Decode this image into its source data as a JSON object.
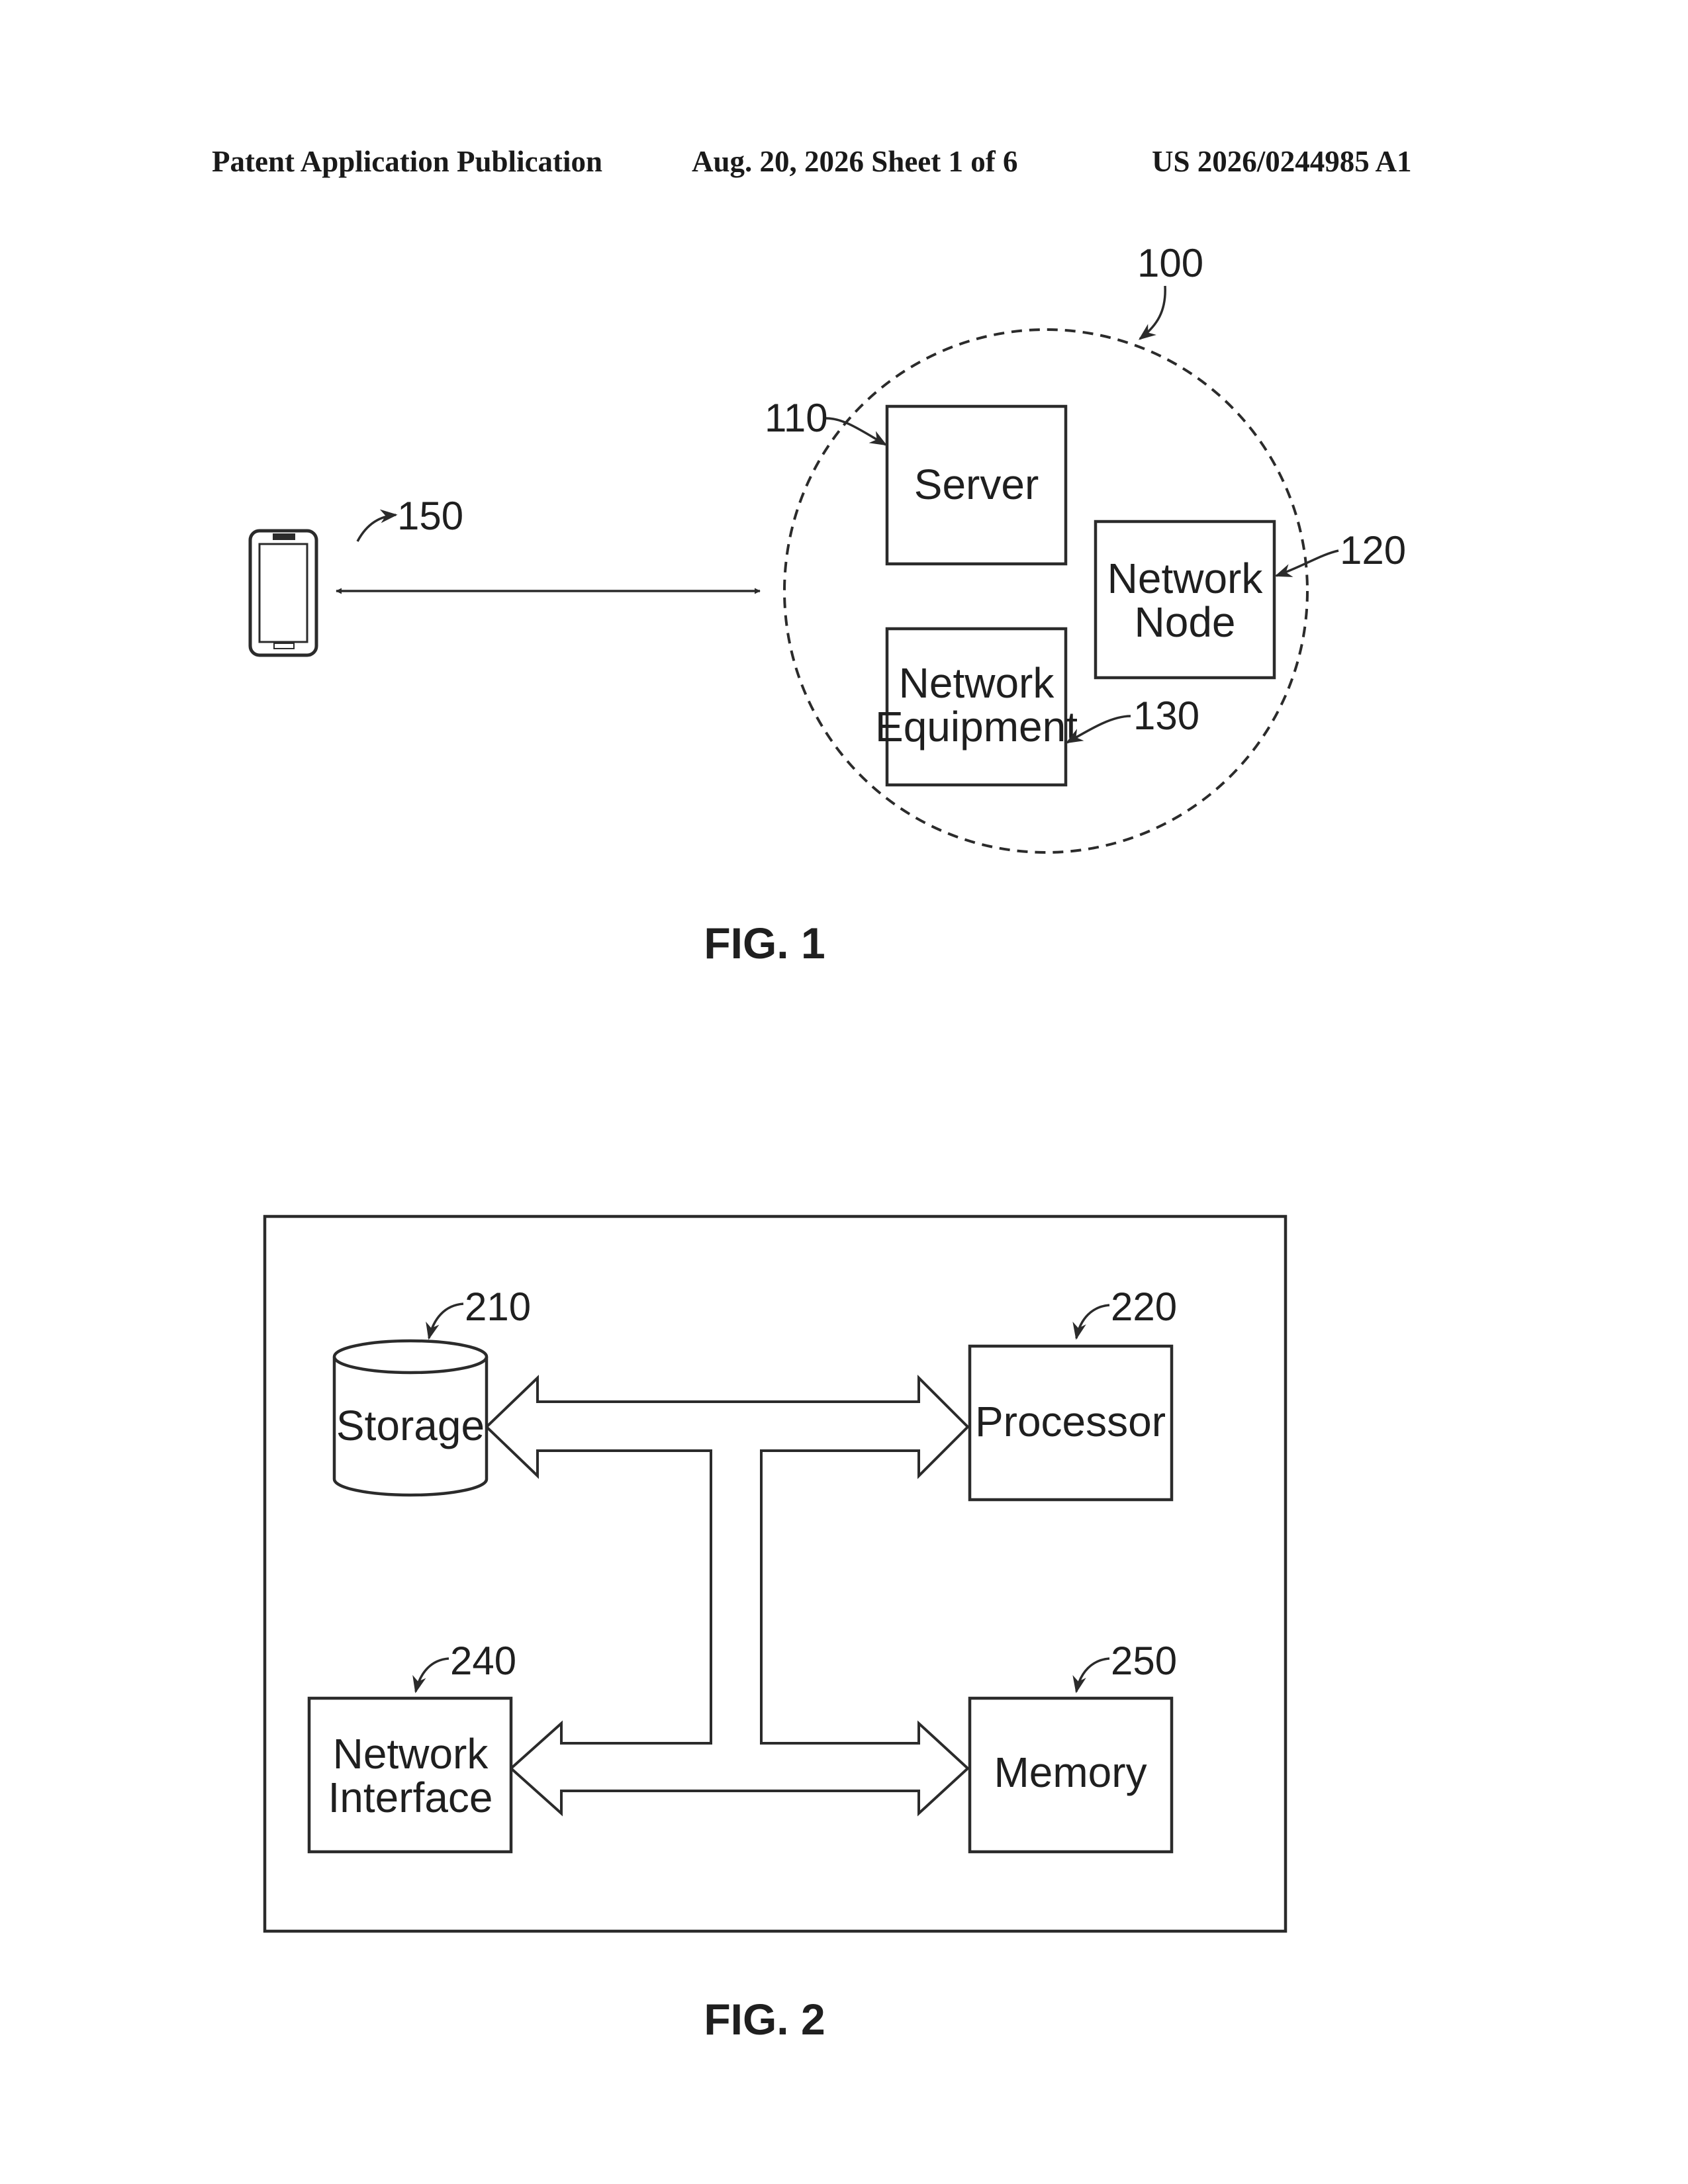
{
  "header": {
    "publication": "Patent Application Publication",
    "date_sheet": "Aug. 20, 2026  Sheet 1 of 6",
    "pub_number": "US 2026/0244985 A1"
  },
  "fig1": {
    "caption": "FIG. 1",
    "network_ref": "100",
    "device_ref": "150",
    "server": {
      "label": "Server",
      "ref": "110"
    },
    "network_node": {
      "line1": "Network",
      "line2": "Node",
      "ref": "120"
    },
    "network_equipment": {
      "line1": "Network",
      "line2": "Equipment",
      "ref": "130"
    }
  },
  "fig2": {
    "caption": "FIG. 2",
    "storage": {
      "label": "Storage",
      "ref": "210"
    },
    "processor": {
      "label": "Processor",
      "ref": "220"
    },
    "network_interface": {
      "line1": "Network",
      "line2": "Interface",
      "ref": "240"
    },
    "memory": {
      "label": "Memory",
      "ref": "250"
    }
  }
}
